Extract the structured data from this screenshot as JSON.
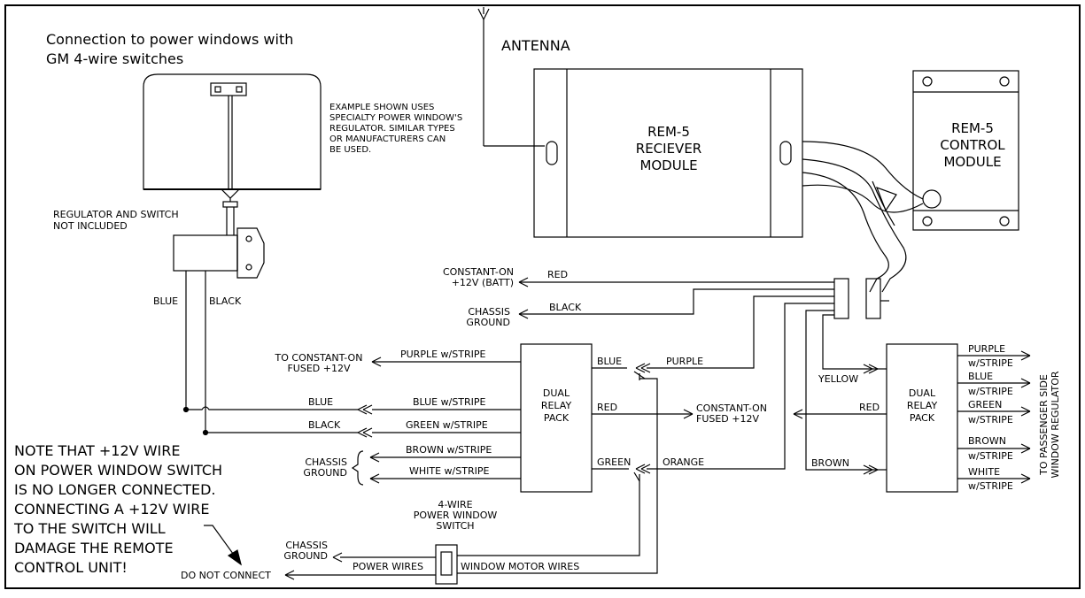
{
  "title": [
    "Connection to power windows with",
    "GM 4-wire switches"
  ],
  "antenna": "ANTENNA",
  "example_note": [
    "EXAMPLE SHOWN USES",
    "SPECIALTY POWER WINDOW'S",
    "REGULATOR.  SIMILAR TYPES",
    "OR MANUFACTURERS CAN",
    "BE USED."
  ],
  "regulator_note": [
    "REGULATOR AND SWITCH",
    "NOT INCLUDED"
  ],
  "receiver_module": [
    "REM-5",
    "RECIEVER",
    "MODULE"
  ],
  "control_module": [
    "REM-5",
    "CONTROL",
    "MODULE"
  ],
  "constant_on_batt": [
    "CONSTANT-ON",
    "+12V  (BATT)"
  ],
  "chassis_ground": [
    "CHASSIS",
    "GROUND"
  ],
  "to_constant_on": [
    "TO CONSTANT-ON",
    "FUSED +12V"
  ],
  "constant_on_fused": [
    "CONSTANT-ON",
    "FUSED +12V"
  ],
  "relay_pack": [
    "DUAL",
    "RELAY",
    "PACK"
  ],
  "switch_label": [
    "4-WIRE",
    "POWER WINDOW",
    "SWITCH"
  ],
  "warning_note": [
    "NOTE THAT +12V WIRE",
    "ON POWER WINDOW SWITCH",
    "IS NO LONGER CONNECTED.",
    "CONNECTING A +12V WIRE",
    "TO THE SWITCH WILL",
    "DAMAGE THE REMOTE",
    "CONTROL UNIT!"
  ],
  "do_not_connect": "DO NOT CONNECT",
  "power_wires": "POWER WIRES",
  "window_motor_wires": "WINDOW MOTOR WIRES",
  "passenger_side": [
    "TO PASSENGER SIDE",
    "WINDOW REGULATOR"
  ],
  "wires": {
    "red": "RED",
    "black": "BLACK",
    "blue": "BLUE",
    "purple": "PURPLE",
    "purple_stripe": "PURPLE w/STRIPE",
    "blue_stripe": "BLUE w/STRIPE",
    "green_stripe": "GREEN w/STRIPE",
    "brown_stripe": "BROWN w/STRIPE",
    "white_stripe": "WHITE w/STRIPE",
    "green": "GREEN",
    "orange": "ORANGE",
    "yellow": "YELLOW",
    "brown": "BROWN"
  },
  "right_outputs": [
    {
      "color": "PURPLE",
      "stripe": "w/STRIPE"
    },
    {
      "color": "BLUE",
      "stripe": "w/STRIPE"
    },
    {
      "color": "GREEN",
      "stripe": "w/STRIPE"
    },
    {
      "color": "BROWN",
      "stripe": "w/STRIPE"
    },
    {
      "color": "WHITE",
      "stripe": "w/STRIPE"
    }
  ]
}
